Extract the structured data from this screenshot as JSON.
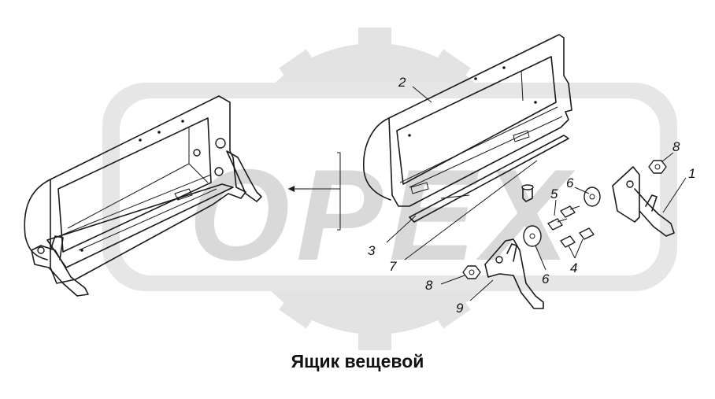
{
  "title": "Ящик вещевой",
  "watermark": {
    "text": "OPEX",
    "color": "#d9d9d9"
  },
  "callouts": [
    {
      "id": "1",
      "label": "1"
    },
    {
      "id": "2",
      "label": "2"
    },
    {
      "id": "3",
      "label": "3"
    },
    {
      "id": "4",
      "label": "4"
    },
    {
      "id": "5",
      "label": "5"
    },
    {
      "id": "6a",
      "label": "6"
    },
    {
      "id": "6b",
      "label": "6"
    },
    {
      "id": "7",
      "label": "7"
    },
    {
      "id": "8a",
      "label": "8"
    },
    {
      "id": "8b",
      "label": "8"
    },
    {
      "id": "9",
      "label": "9"
    }
  ]
}
